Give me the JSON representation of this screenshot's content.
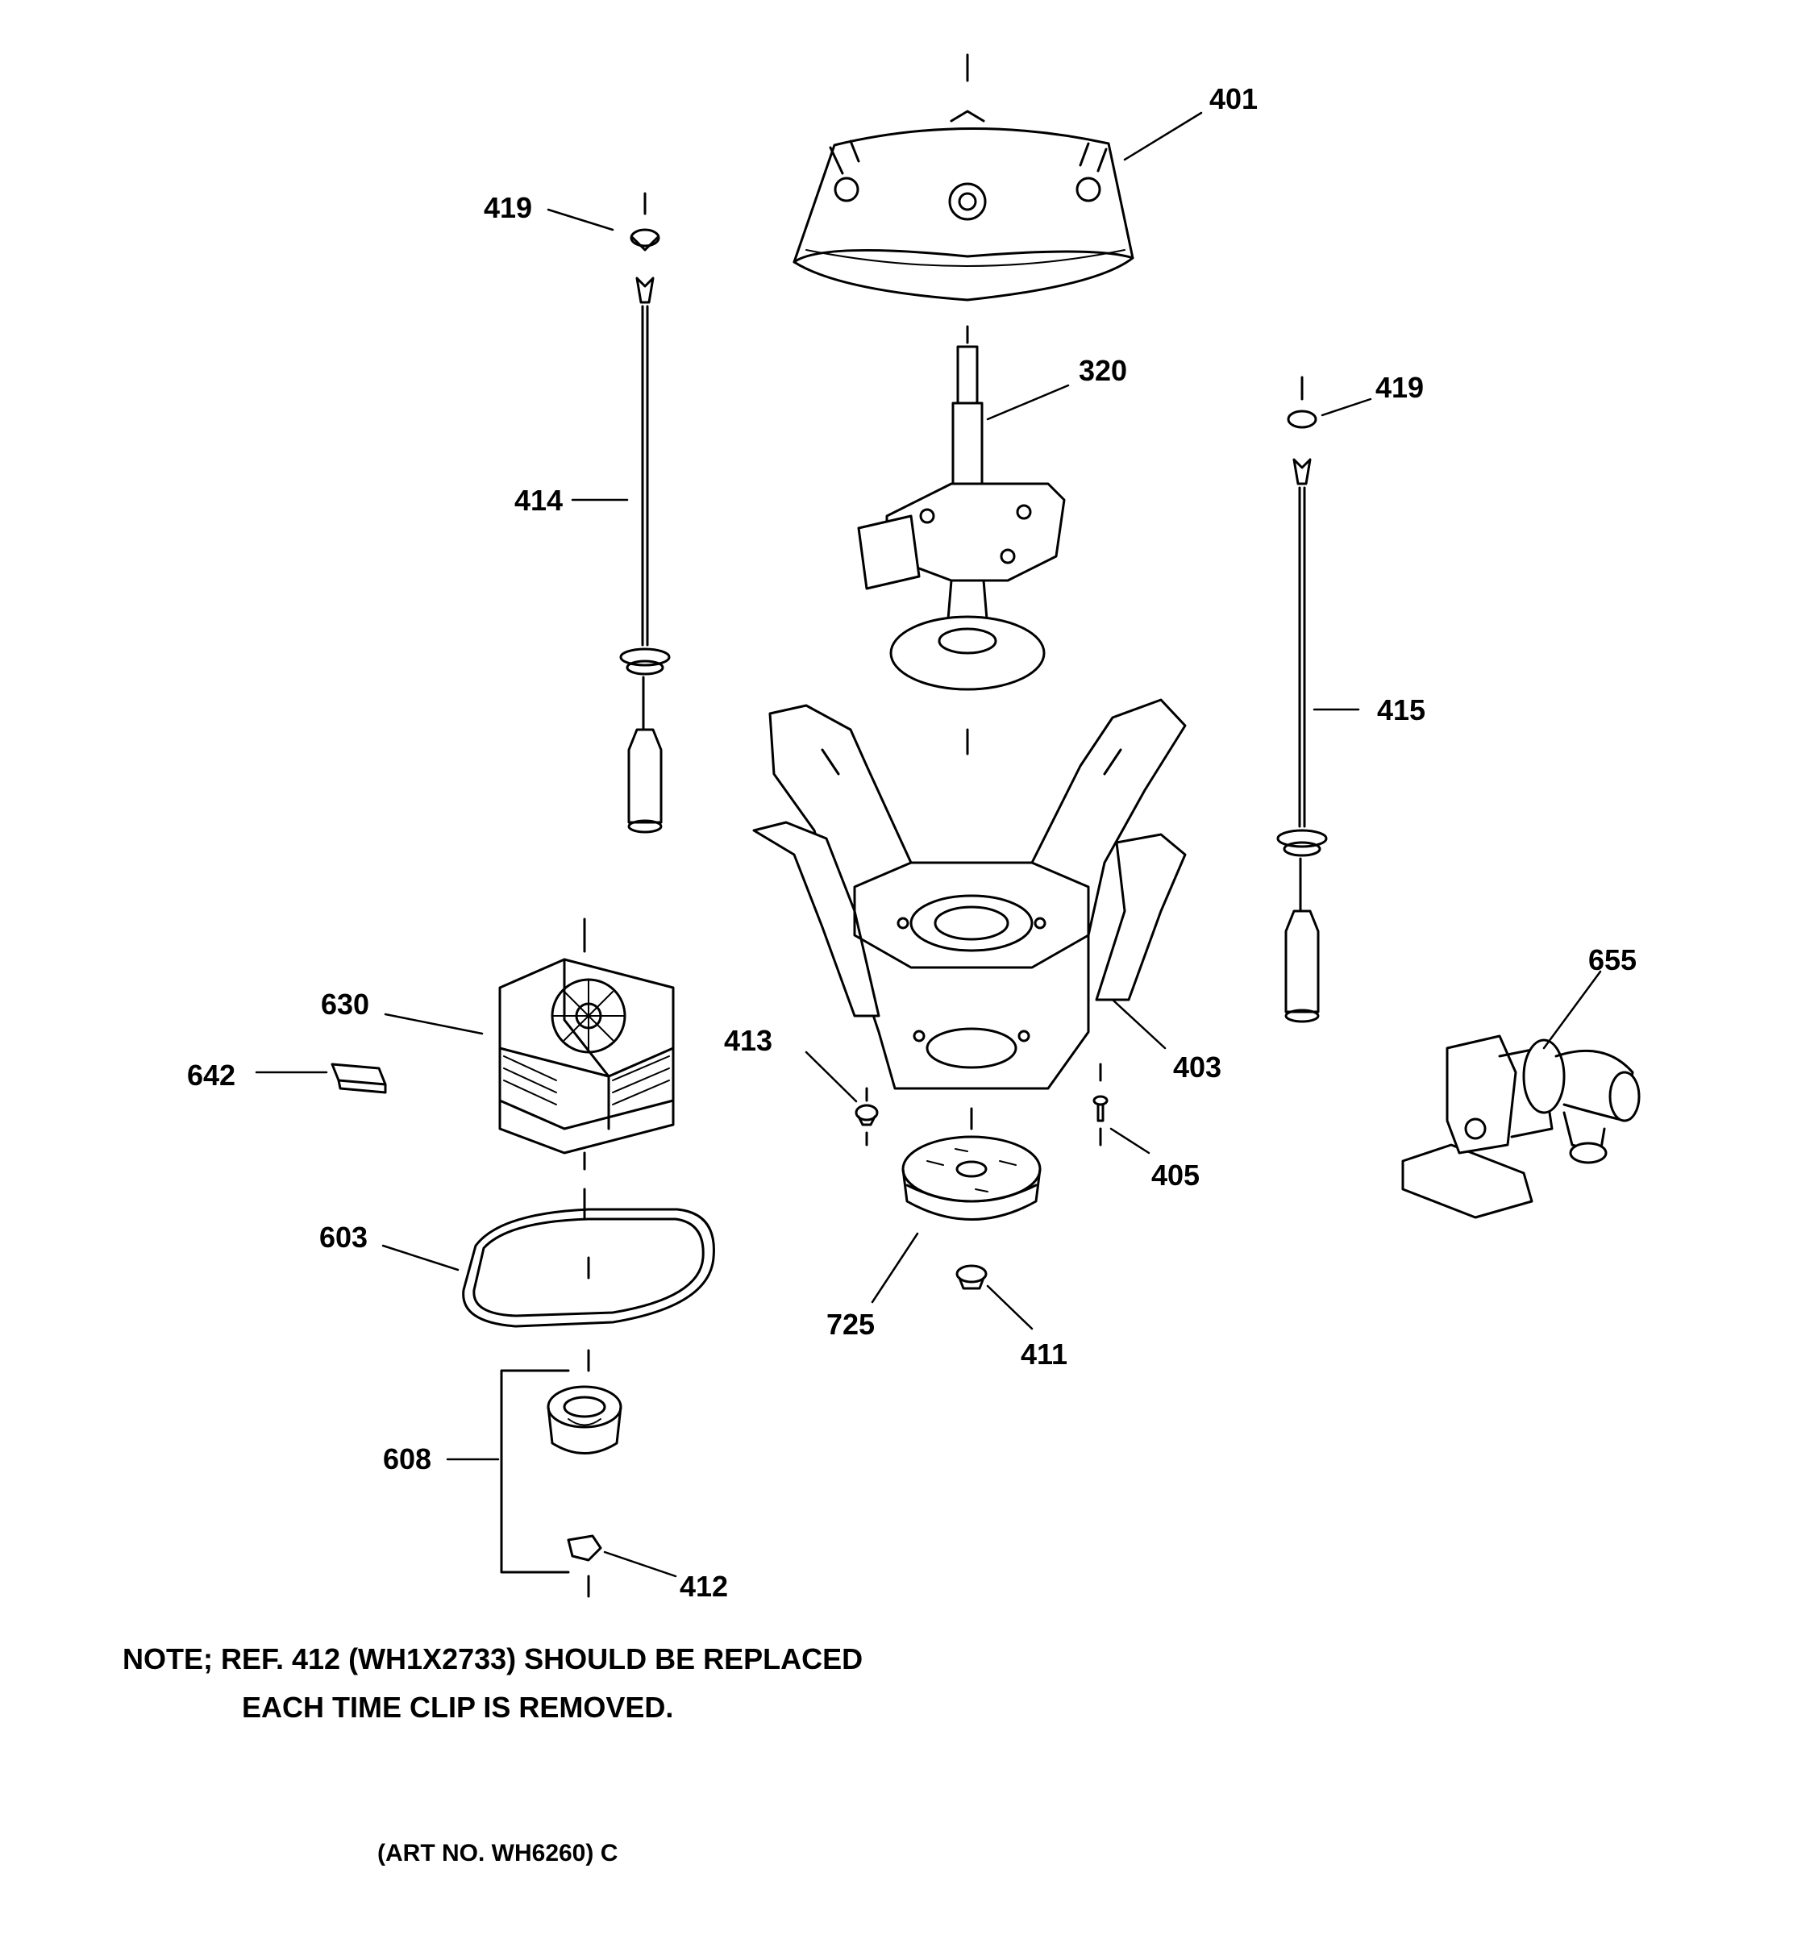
{
  "diagram": {
    "callouts": {
      "c401": "401",
      "c419a": "419",
      "c320": "320",
      "c419b": "419",
      "c414": "414",
      "c415": "415",
      "c630": "630",
      "c642": "642",
      "c413": "413",
      "c403": "403",
      "c655": "655",
      "c405": "405",
      "c603": "603",
      "c725": "725",
      "c411": "411",
      "c608": "608",
      "c412": "412"
    },
    "note": {
      "line1": "NOTE; REF. 412 (WH1X2733) SHOULD BE REPLACED",
      "line2": "EACH TIME CLIP IS REMOVED."
    },
    "art_number": "(ART NO. WH6260) C"
  }
}
